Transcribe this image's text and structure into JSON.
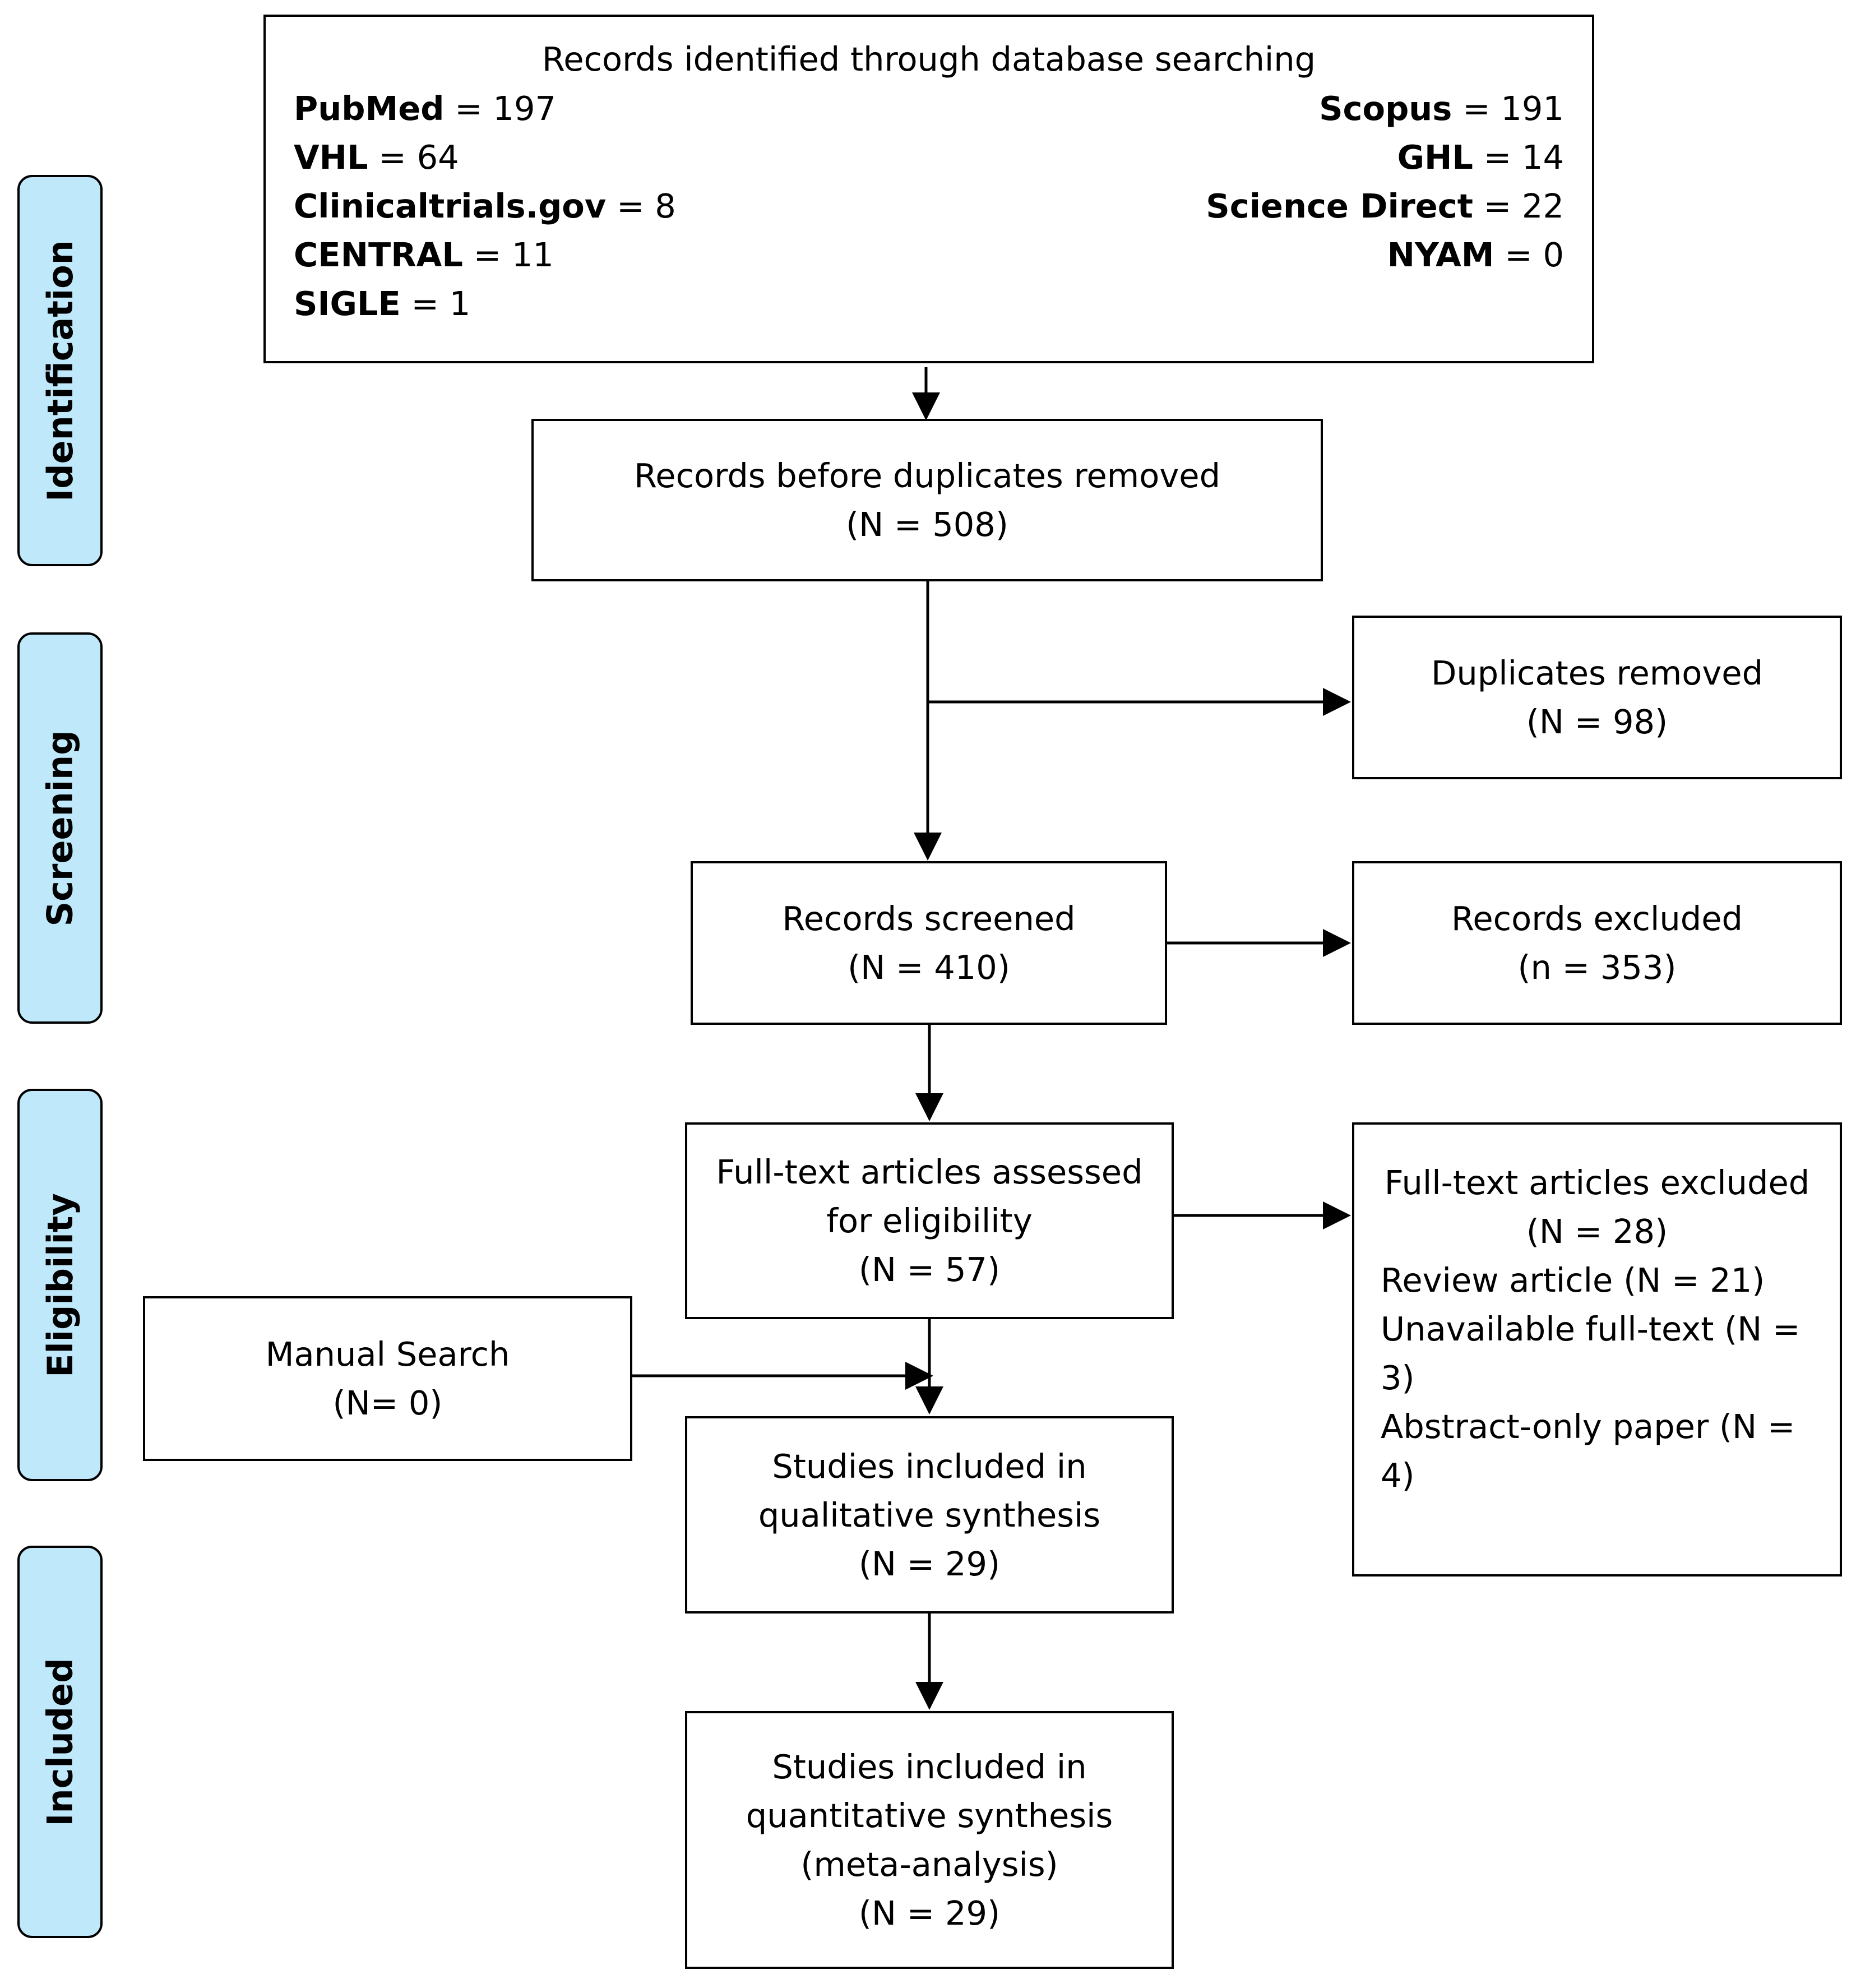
{
  "stages": [
    "Identification",
    "Screening",
    "Eligibility",
    "Included"
  ],
  "identification": {
    "title": "Records identified through database searching",
    "databases_left": [
      {
        "name": "PubMed",
        "value": "= 197"
      },
      {
        "name": "VHL",
        "value": "= 64"
      },
      {
        "name": "Clinicaltrials.gov",
        "value": "= 8"
      },
      {
        "name": "CENTRAL",
        "value": "= 11"
      },
      {
        "name": "SIGLE",
        "value": "= 1"
      }
    ],
    "databases_right": [
      {
        "name": "Scopus",
        "value": "= 191"
      },
      {
        "name": "GHL",
        "value": "= 14"
      },
      {
        "name": "Science Direct",
        "value": "= 22"
      },
      {
        "name": "NYAM",
        "value": "= 0"
      }
    ]
  },
  "before_duplicates": {
    "line1": "Records before duplicates removed",
    "line2": "(N = 508)"
  },
  "duplicates_removed": {
    "line1": "Duplicates removed",
    "line2": "(N = 98)"
  },
  "screened": {
    "line1": "Records screened",
    "line2": "(N = 410)"
  },
  "excluded": {
    "line1": "Records excluded",
    "line2": "(n = 353)"
  },
  "fulltext_assessed": {
    "line1": "Full-text articles assessed",
    "line2": "for eligibility",
    "line3": "(N = 57)"
  },
  "fulltext_excluded": {
    "line1": "Full-text articles excluded",
    "line2": "(N = 28)",
    "reasons": [
      "Review article (N = 21)",
      "Unavailable full-text (N =",
      "3)",
      "Abstract-only paper (N =",
      "4)"
    ]
  },
  "manual_search": {
    "line1": "Manual Search",
    "line2": "(N= 0)"
  },
  "qualitative": {
    "line1": "Studies included in",
    "line2": "qualitative synthesis",
    "line3": "(N = 29)"
  },
  "quantitative": {
    "line1": "Studies included in",
    "line2": "quantitative synthesis",
    "line3": "(meta-analysis)",
    "line4": "(N = 29)"
  }
}
